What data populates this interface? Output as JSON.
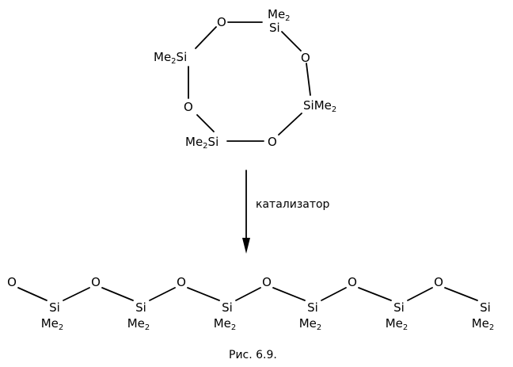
{
  "ring": {
    "atoms": {
      "o_top": "O",
      "si_top": "Si",
      "si_top_me": "Me",
      "o_right": "O",
      "si_right": "SiMe",
      "o_bottom": "O",
      "si_bottom": "Me",
      "si_bottom_si": "Si",
      "o_left": "O",
      "si_left": "Me",
      "si_left_si": "Si"
    },
    "subscript": "2"
  },
  "arrow_label": "катализатор",
  "chain": {
    "o_labels": [
      "O",
      "O",
      "O",
      "O",
      "O",
      "O"
    ],
    "si_label": "Si",
    "me_label": "Me",
    "subscript": "2"
  },
  "caption": "Рис. 6.9."
}
